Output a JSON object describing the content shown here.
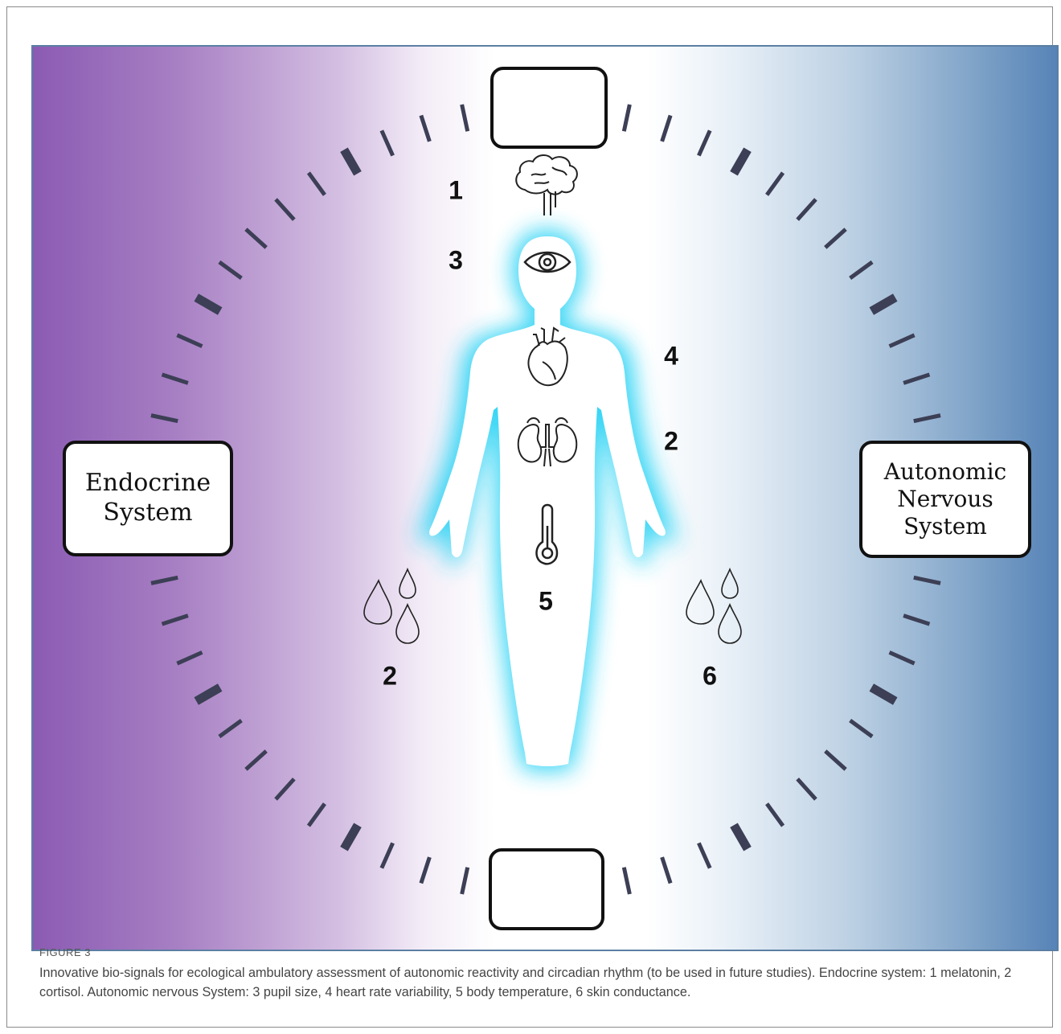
{
  "diagram": {
    "left_box": {
      "label": "Endocrine\nSystem"
    },
    "right_box": {
      "label": "Autonomic\nNervous\nSystem"
    },
    "top_icon": "sun-icon",
    "bottom_icon": "moon-icon",
    "organ_icons": [
      "brain-icon",
      "eye-icon",
      "heart-icon",
      "kidneys-icon",
      "thermometer-icon",
      "sweat-drops-icon"
    ],
    "numbers": {
      "brain": "1",
      "eye": "3",
      "heart": "4",
      "kidneys": "2",
      "temperature": "5",
      "left_drops": "2",
      "right_drops": "6"
    },
    "colors": {
      "left_gradient": "#8b5bb3",
      "right_gradient": "#5683b7",
      "body_glow": "#2ad4f5",
      "ticks": "#3c3f55"
    }
  },
  "caption": {
    "label": "FIGURE 3",
    "text": "Innovative bio-signals for ecological ambulatory assessment of autonomic reactivity and circadian rhythm (to be used in future studies). Endocrine system: 1 melatonin, 2 cortisol. Autonomic nervous System: 3 pupil size, 4 heart rate variability, 5 body temperature, 6 skin conductance."
  }
}
